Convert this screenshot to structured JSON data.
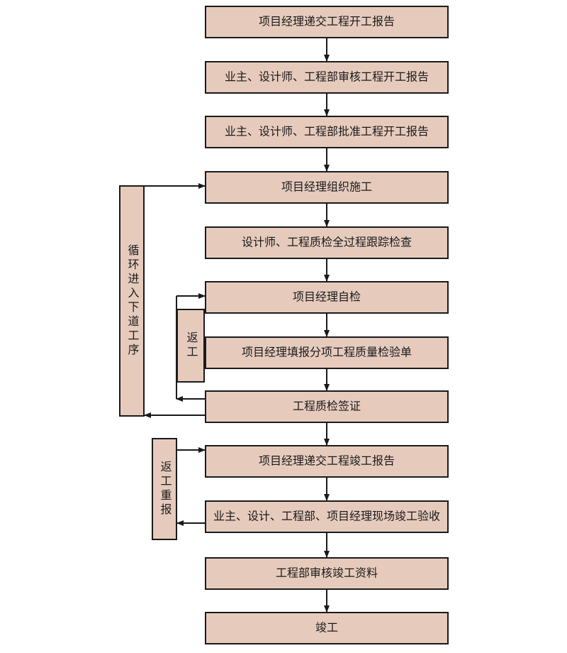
{
  "flow": {
    "steps": [
      "项目经理递交工程开工报告",
      "业主、设计师、工程部审核工程开工报告",
      "业主、设计师、工程部批准工程开工报告",
      "项目经理组织施工",
      "设计师、工程质检全过程跟踪检查",
      "项目经理自检",
      "项目经理填报分项工程质量检验单",
      "工程质检签证",
      "项目经理递交工程竣工报告",
      "业主、设计、工程部、项目经理现场竣工验收",
      "工程部审核竣工资料",
      "竣工"
    ],
    "loops": {
      "next_process": "循环进入下道工序",
      "rework": "返工",
      "rework_resubmit": "返工重报"
    }
  },
  "colors": {
    "box_fill": "#e6cbbd",
    "stroke": "#1a1a1a"
  }
}
